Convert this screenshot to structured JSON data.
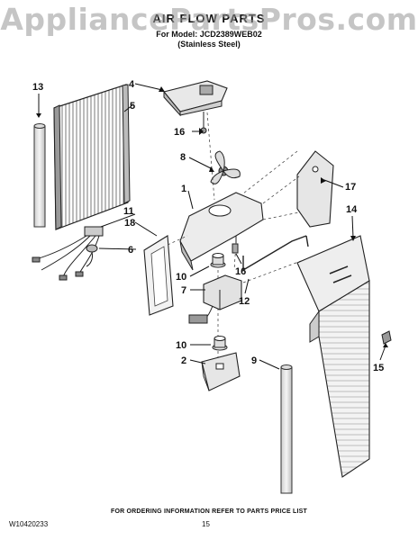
{
  "watermark": "AppliancePartsPros.com",
  "header": {
    "title": "AIR FLOW PARTS",
    "model_line": "For Model: JCD2389WEB02",
    "finish_line": "(Stainless Steel)"
  },
  "callouts": {
    "c1": "1",
    "c2": "2",
    "c4": "4",
    "c5": "5",
    "c6": "6",
    "c7": "7",
    "c8": "8",
    "c9": "9",
    "c10a": "10",
    "c10b": "10",
    "c11": "11",
    "c12": "12",
    "c13": "13",
    "c14": "14",
    "c15": "15",
    "c16a": "16",
    "c16b": "16",
    "c17": "17",
    "c18": "18"
  },
  "footer": {
    "ordering_note": "FOR ORDERING INFORMATION REFER TO PARTS PRICE LIST",
    "document_number": "W10420233",
    "page_number": "15"
  }
}
